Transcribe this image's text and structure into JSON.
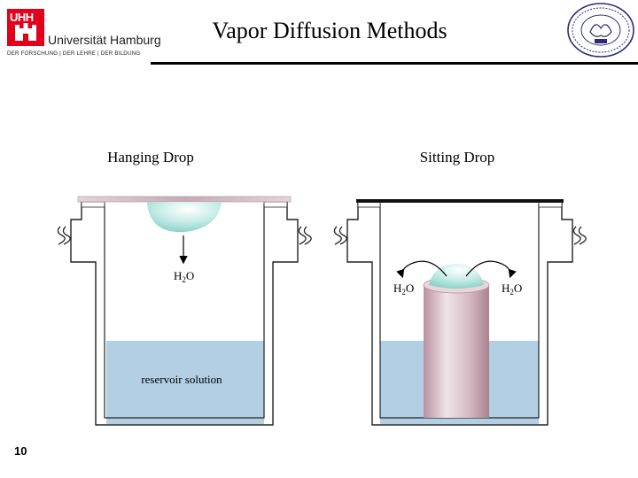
{
  "header": {
    "title": "Vapor Diffusion Methods",
    "logo_left": {
      "badge": "UHH",
      "name": "Universität Hamburg",
      "tagline": "DER FORSCHUNG | DER LEHRE | DER BILDUNG"
    },
    "logo_right_icon": "university-seal-icon"
  },
  "panels": [
    {
      "label": "Hanging Drop",
      "arrow_label": "H",
      "arrow_label_sub": "2",
      "arrow_label_end": "O",
      "reservoir_label": "reservoir solution"
    },
    {
      "label": "Sitting Drop",
      "left_label": "H",
      "left_label_sub": "2",
      "left_label_end": "O",
      "right_label": "H",
      "right_label_sub": "2",
      "right_label_end": "O"
    }
  ],
  "colors": {
    "reservoir": "#b3cfe4",
    "drop": "#a8ddd8",
    "post": "#dcc3cb",
    "uhh_red": "#e2001a"
  },
  "footer": {
    "page_number": "10"
  }
}
